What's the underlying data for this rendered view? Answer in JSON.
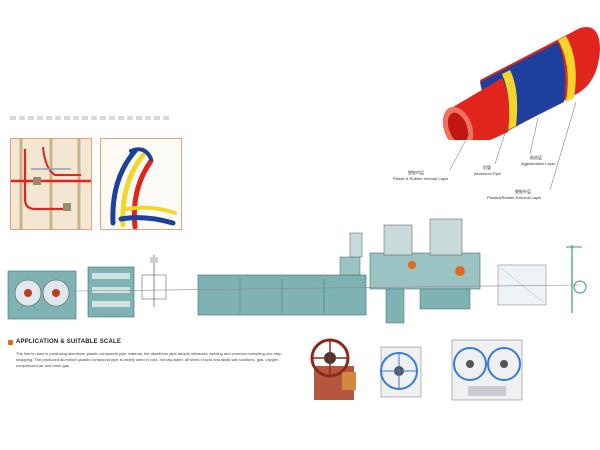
{
  "pipe_labels": {
    "inner_cn": "塑胶内层",
    "inner_en": "Plastic & Rubber Internal Layer",
    "al_cn": "铝管",
    "al_en": "Aluminum Pipe",
    "adhesive_cn": "粘结层",
    "adhesive_en": "Agglutination Layer",
    "outer_cn": "塑胶外层",
    "outer_en": "Plastic&Rubber External Layer"
  },
  "application": {
    "title": "APPLICATION & SUITABLE SCALE",
    "body": "The line is used in producing aluminum-plastic compound pipe material, the aluminum pipe adopts ultrasonic welding and common-extruding one-step shapping. The produced aluminum-plastic compound pipe is widely used in cold, hot tap-water, all kinds of acid and alkali salt solutions, gas, oxygen , compressed air and other gas."
  },
  "colors": {
    "red": "#e0261c",
    "blue": "#1f3f9c",
    "yellow": "#f3d629",
    "machine_teal": "#7fb3b3",
    "accent_orange": "#e26a1a"
  }
}
